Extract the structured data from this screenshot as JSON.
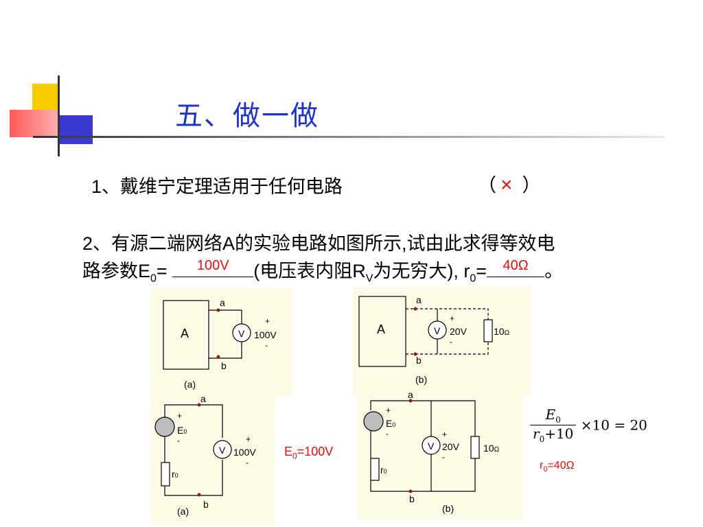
{
  "title": "五、做一做",
  "q1": {
    "text": "1、戴维宁定理适用于任何电路",
    "open": "（",
    "mark": "×",
    "close": "）"
  },
  "q2": {
    "line1": "2、有源二端网络A的实验电路如图所示,试由此求得等效电",
    "l2a": "路参数E",
    "l2sub": "0",
    "l2b": "=",
    "e0_answer": "100V",
    "l2c": "(电压表内阻R",
    "l2sub2": "V",
    "l2d": "为无穷大), r",
    "l2sub3": "0",
    "l2e": "=",
    "r0_answer": "40Ω",
    "l2f": "。"
  },
  "circuits": {
    "a_top": {
      "box": "A",
      "node_a": "a",
      "node_b": "b",
      "meter": "V",
      "plus": "+",
      "minus": "-",
      "reading": "100V",
      "caption": "(a)"
    },
    "b_top": {
      "box": "A",
      "node_a": "a",
      "node_b": "b",
      "meter": "V",
      "plus": "+",
      "minus": "-",
      "reading": "20V",
      "res": "10",
      "res_unit": "Ω",
      "caption": "(b)"
    },
    "a_bot": {
      "src": "E",
      "src_sub": "0",
      "res": "r",
      "res_sub": "0",
      "node_a": "a",
      "node_b": "b",
      "meter": "V",
      "plus": "+",
      "minus": "-",
      "reading": "100V",
      "caption": "(a)"
    },
    "b_bot": {
      "src": "E",
      "src_sub": "0",
      "res": "r",
      "res_sub": "0",
      "node_a": "a",
      "node_b": "b",
      "meter": "V",
      "plus": "+",
      "minus": "-",
      "reading": "20V",
      "load": "10",
      "load_unit": "Ω",
      "caption": "(b)"
    }
  },
  "notes": {
    "e0": "E",
    "e0_sub": "0",
    "e0_val": "=100V",
    "r0": "r",
    "r0_sub": "0",
    "r0_val": "=40Ω"
  },
  "formula": {
    "num": "E",
    "num_sub": "0",
    "den_a": "r",
    "den_sub": "0",
    "den_b": "+10",
    "rest": "×10 = 20"
  },
  "colors": {
    "title": "#1f33c8",
    "answer": "#e01010",
    "panel": "#fdfbe6",
    "source": "#bdbdbd",
    "dot": "#8b1a1a"
  }
}
